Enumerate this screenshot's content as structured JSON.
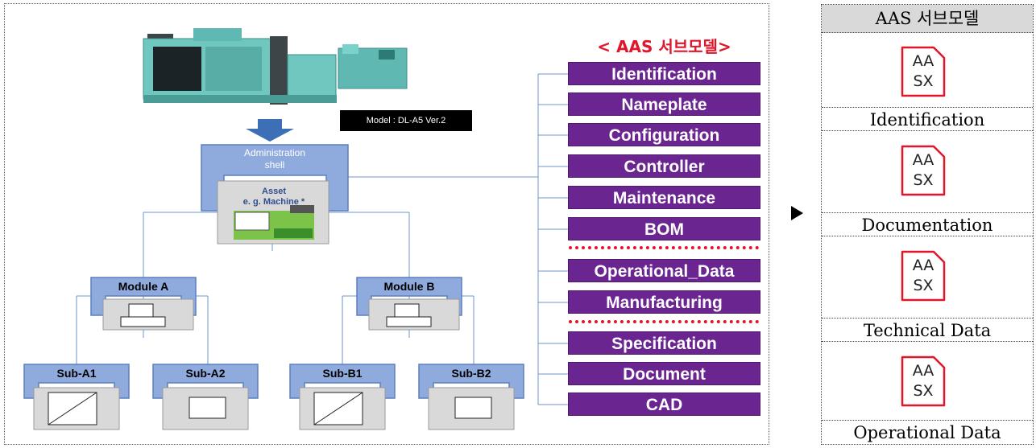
{
  "machine": {
    "model_label": "Model : DL-A5 Ver.2"
  },
  "shell": {
    "title_line1": "Administration",
    "title_line2": "shell",
    "asset_line1": "Asset",
    "asset_line2": "e. g. Machine *"
  },
  "modules": [
    {
      "label": "Module A"
    },
    {
      "label": "Module B"
    }
  ],
  "submodules": [
    {
      "label": "Sub-A1"
    },
    {
      "label": "Sub-A2"
    },
    {
      "label": "Sub-B1"
    },
    {
      "label": "Sub-B2"
    }
  ],
  "submodel_list": {
    "title": "< AAS 서브모델>",
    "items": [
      "Identification",
      "Nameplate",
      "Configuration",
      "Controller",
      "Maintenance",
      "BOM",
      "Operational_Data",
      "Manufacturing",
      "Specification",
      "Document",
      "CAD"
    ]
  },
  "right_table": {
    "header": "AAS 서브모델",
    "icon_text_line1": "AA",
    "icon_text_line2": "SX",
    "rows": [
      "Identification",
      "Documentation",
      "Technical  Data",
      "Operational  Data"
    ]
  },
  "colors": {
    "submodel_bg": "#6a2591",
    "title_red": "#e0162b",
    "shell_blue": "#8faadc",
    "icon_red": "#e0162b"
  }
}
